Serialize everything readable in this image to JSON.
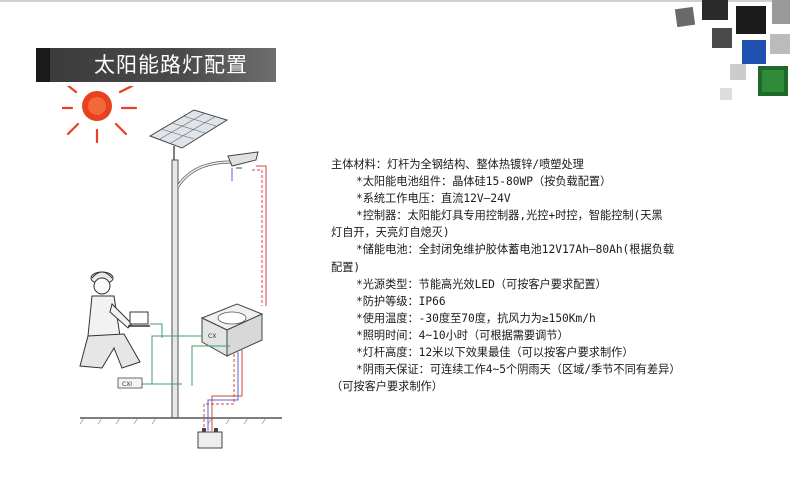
{
  "header": {
    "title": "太阳能路灯配置"
  },
  "diagram": {
    "controller_label": "CX",
    "meter_label": "CXI"
  },
  "spec": {
    "intro": "主体材料：灯杆为全钢结构、整体热镀锌/喷塑处理",
    "items": [
      {
        "text": "*太阳能电池组件：晶体硅15-80WP（按负载配置）"
      },
      {
        "text": "*系统工作电压：直流12V—24V"
      },
      {
        "text": "*控制器：太阳能灯具专用控制器,光控+时控，智能控制(天黑",
        "cont": "灯自开，天亮灯自熄灭)"
      },
      {
        "text": "*储能电池：全封闭免维护胶体蓄电池12V17Ah—80Ah(根据负载",
        "cont": "配置)"
      },
      {
        "text": "*光源类型：节能高光效LED（可按客户要求配置）"
      },
      {
        "text": "*防护等级：IP66"
      },
      {
        "text": "*使用温度：-30度至70度，抗风力为≥150Km/h"
      },
      {
        "text": "*照明时间：4~10小时（可根据需要调节）"
      },
      {
        "text": "*灯杆高度：12米以下效果最佳（可以按客户要求制作）"
      },
      {
        "text": "*阴雨天保证：可连续工作4~5个阴雨天（区域/季节不同有差异）",
        "cont": "（可按客户要求制作）"
      }
    ]
  },
  "colors": {
    "header_bg": "#4a4a4a",
    "header_tab": "#1a1a1a",
    "sun": "#e8411f",
    "wire_red": "#d94040",
    "wire_green": "#3aa06a",
    "wire_blue": "#4a6ad0"
  }
}
